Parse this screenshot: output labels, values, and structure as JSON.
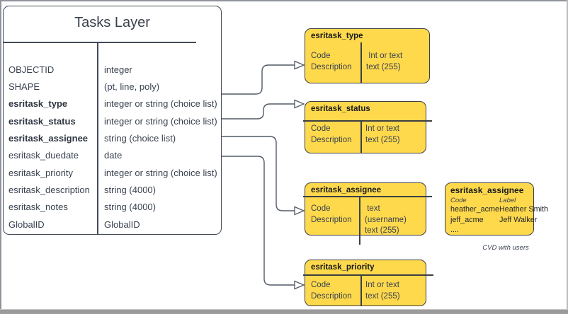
{
  "tasks_layer": {
    "title": "Tasks Layer",
    "fields": [
      {
        "name": "OBJECTID",
        "type": "integer"
      },
      {
        "name": "SHAPE",
        "type": "(pt, line, poly)"
      },
      {
        "name": "esritask_type",
        "type": "integer or string (choice list)"
      },
      {
        "name": "esritask_status",
        "type": "integer or string (choice list)"
      },
      {
        "name": "esritask_assignee",
        "type": "string (choice list)"
      },
      {
        "name": "esritask_duedate",
        "type": "date"
      },
      {
        "name": "esritask_priority",
        "type": "integer or string (choice list)"
      },
      {
        "name": "esritask_description",
        "type": "string (4000)"
      },
      {
        "name": "esritask_notes",
        "type": "string (4000)"
      },
      {
        "name": "GlobalID",
        "type": "GlobalID"
      }
    ]
  },
  "domain_tables": [
    {
      "title": "esritask_type",
      "col1": "Code\nDescription",
      "col2": " Int or text\ntext (255)"
    },
    {
      "title": "esritask_status",
      "col1": "Code\nDescription",
      "col2": "Int or text\ntext (255)"
    },
    {
      "title": "esritask_assignee",
      "col1": "Code\nDescription",
      "col2": " text  (username)\ntext (255)"
    },
    {
      "title": "esritask_priority",
      "col1": "Code\nDescription",
      "col2": "Int or text\ntext (255)"
    }
  ],
  "cvd_table": {
    "title": "esritask_assignee",
    "col1_header": "Code",
    "col2_header": "Label",
    "rows": [
      {
        "code": "heather_acme",
        "label": "Heather Smith"
      },
      {
        "code": "jeff_acme",
        "label": "Jeff Walker"
      },
      {
        "code": "....",
        "label": ""
      }
    ],
    "caption": "CVD with users"
  },
  "colors": {
    "box_fill": "#ffd94c",
    "box_stroke": "#3d3f42",
    "table_stroke": "#434b57",
    "connector": "#515a66",
    "text": "#3a4250",
    "frame": "#8f949c",
    "bottom_bar": "#9b9b9b"
  }
}
